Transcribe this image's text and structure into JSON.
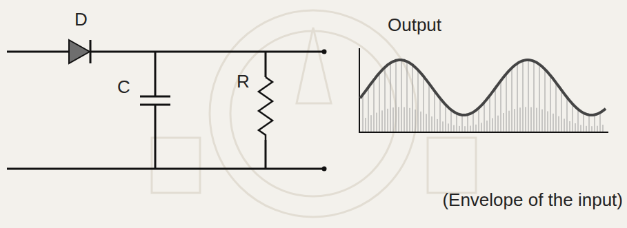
{
  "diagram": {
    "labels": [
      "D",
      "C",
      "R",
      "Output",
      "(Envelope of the input)"
    ]
  }
}
